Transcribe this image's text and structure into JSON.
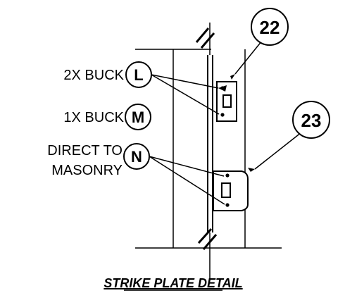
{
  "labels": {
    "buck_2x": "2X BUCK",
    "buck_1x": "1X BUCK",
    "direct_line1": "DIRECT TO",
    "direct_line2": "MASONRY"
  },
  "callouts": {
    "l": "L",
    "m": "M",
    "n": "N",
    "c22": "22",
    "c23": "23"
  },
  "title": "STRIKE PLATE DETAIL",
  "colors": {
    "ink": "#000000",
    "background": "#ffffff"
  }
}
